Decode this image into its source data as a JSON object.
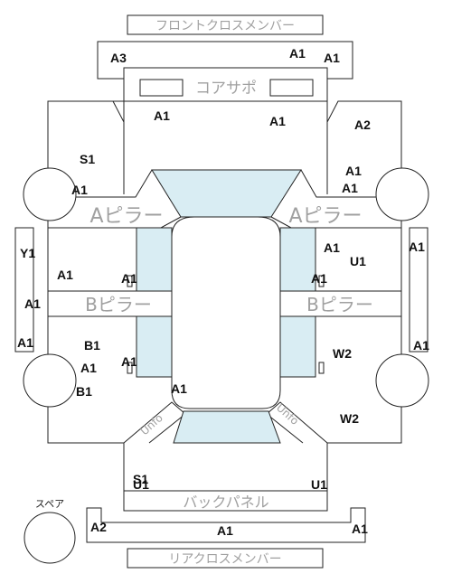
{
  "labels": {
    "front_cross_member": "フロントクロスメンバー",
    "core_support": "コアサポ",
    "a_pillar": "Aピラー",
    "b_pillar": "Bピラー",
    "back_panel": "バックパネル",
    "rear_cross_member": "リアクロスメンバー",
    "spare": "スペア",
    "unfo": "Unfo"
  },
  "grades": {
    "front_a3": "A3",
    "front_a1_mid": "A1",
    "front_a1_right": "A1",
    "core_left": "A1",
    "core_right": "A1",
    "front_right_fender": "A2",
    "front_left_fender": "S1",
    "front_left_wheel": "A1",
    "front_right_wheel": "A1",
    "front_right_wheel_2": "A1",
    "left_sill": "Y1",
    "left_sill_lower": "A1",
    "left_sill_bottom": "A1",
    "right_sill": "A1",
    "right_sill_bottom": "A1",
    "left_front_door": "A1",
    "left_front_door_b": "A1",
    "right_front_door_a": "A1",
    "right_front_door_u": "U1",
    "right_front_door_b": "A1",
    "left_rear_door": "B1",
    "left_rear_door_a": "A1",
    "left_rear_door_b": "A1",
    "left_rear_fender": "B1",
    "right_rear_door": "W2",
    "right_rear_fender": "W2",
    "floor": "A1",
    "back_s1": "S1",
    "back_u1": "U1",
    "back_u1_right": "U1",
    "rear_a2": "A2",
    "rear_a1_mid": "A1",
    "rear_a1_right": "A1"
  }
}
